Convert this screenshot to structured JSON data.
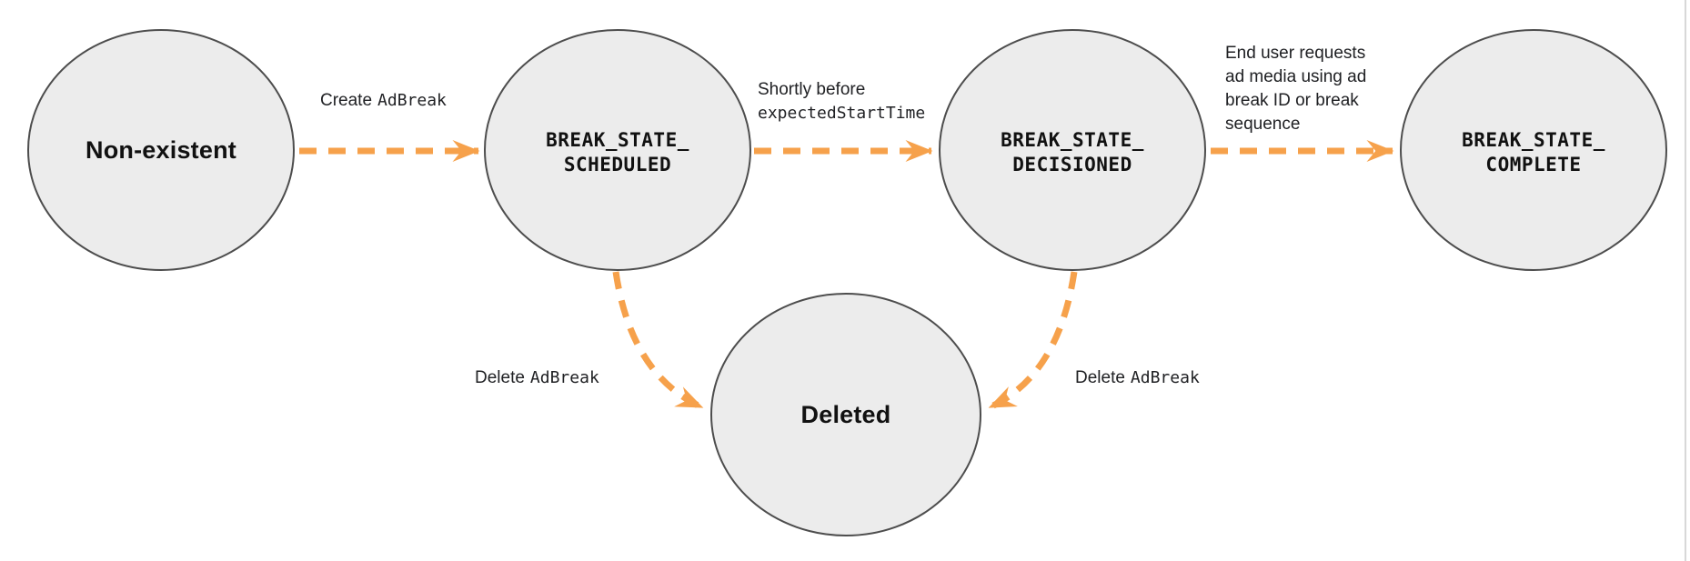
{
  "colors": {
    "node_fill": "#ececec",
    "node_border": "#4d4d4d",
    "arrow_orange": "#f6a14b",
    "label_text": "#202124",
    "edge_divider": "#d8d8d8"
  },
  "nodes": {
    "non_existent": {
      "label": "Non-existent"
    },
    "scheduled": {
      "line1": "BREAK_STATE_",
      "line2": "SCHEDULED"
    },
    "decisioned": {
      "line1": "BREAK_STATE_",
      "line2": "DECISIONED"
    },
    "complete": {
      "line1": "BREAK_STATE_",
      "line2": "COMPLETE"
    },
    "deleted": {
      "label": "Deleted"
    }
  },
  "edges": {
    "create": {
      "text": "Create",
      "code": "AdBreak"
    },
    "shortly_before": {
      "text": "Shortly before",
      "code": "expectedStartTime"
    },
    "end_user": {
      "lines": [
        "End user requests",
        "ad media using ad",
        "break ID or break",
        "sequence"
      ]
    },
    "delete_left": {
      "text": "Delete",
      "code": "AdBreak"
    },
    "delete_right": {
      "text": "Delete",
      "code": "AdBreak"
    }
  }
}
